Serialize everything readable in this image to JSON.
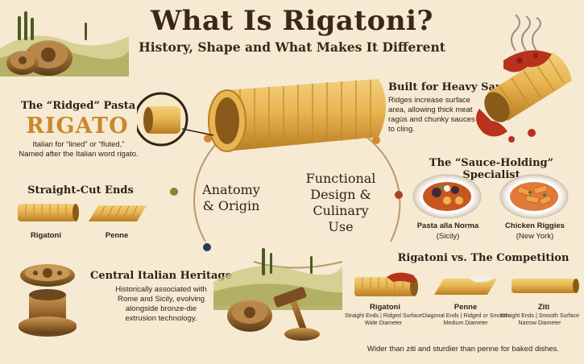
{
  "header": {
    "title": "What Is Rigatoni?",
    "subtitle": "History, Shape and What Makes It Different"
  },
  "ridged": {
    "heading": "The “Ridged” Pasta",
    "word": "RIGATO",
    "caption_line1": "Italian for “lined” or “fluted,”",
    "caption_line2": "Named after the Italian word rigato."
  },
  "ends": {
    "heading": "Straight-Cut Ends",
    "items": [
      "Rigatoni",
      "Penne"
    ]
  },
  "heritage": {
    "heading": "Central Italian Heritage",
    "lines": [
      "Historically associated with",
      "Rome and Sicily, evolving",
      "alongside bronze-die",
      "extrusion technology."
    ]
  },
  "center": {
    "left_lines": [
      "Anatomy",
      "& Origin"
    ],
    "right_lines": [
      "Functional",
      "Design &",
      "Culinary",
      "Use"
    ]
  },
  "sauces": {
    "heading": "Built for Heavy Sauces",
    "lines": [
      "Ridges increase surface",
      "area, allowing thick meat",
      "ragùs and chunky sauces",
      "to cling."
    ]
  },
  "specialist": {
    "heading": "The “Sauce-Holding” Specialist",
    "dishes": [
      {
        "name": "Pasta alla Norma",
        "origin": "(Sicily)"
      },
      {
        "name": "Chicken Riggies",
        "origin": "(New York)"
      }
    ]
  },
  "competition": {
    "heading": "Rigatoni vs. The Competition",
    "items": [
      {
        "name": "Rigatoni",
        "line1": "Straight Ends | Ridged Surface",
        "line2": "Wide Diameter"
      },
      {
        "name": "Penne",
        "line1": "Diagonal Ends | Ridged or Smooth",
        "line2": "Medium Diameter"
      },
      {
        "name": "Ziti",
        "line1": "Straight Ends | Smooth Surface",
        "line2": "Narrow Diameter"
      }
    ],
    "footnote": "Wider than ziti and sturdier than penne for baked dishes."
  },
  "colors": {
    "background": "#f6ead3",
    "pasta": "#e8b552",
    "pasta_dark": "#c98a2a",
    "sauce": "#b8321e",
    "accent_orange": "#d9852a",
    "accent_green": "#7a8a2e",
    "accent_red": "#a8432a",
    "accent_navy": "#2a3a5a"
  }
}
